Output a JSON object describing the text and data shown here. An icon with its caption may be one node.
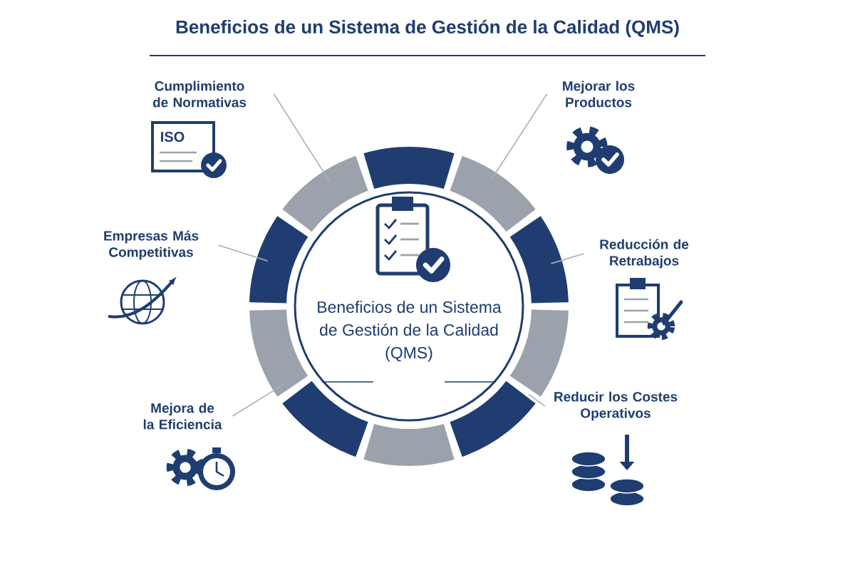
{
  "diagram": {
    "title": "Beneficios de un Sistema de Gestión de la Calidad (QMS)",
    "nodes": [
      {
        "text": [
          "Beneficios de un Sistema de Gestión de la Calidad (QMS)"
        ]
      },
      {
        "text": [
          "Cumplimiento de Normativas"
        ]
      },
      {
        "text": [
          "Mejorar los Productos"
        ]
      },
      {
        "text": [
          "Empresas Más Competitivas"
        ]
      },
      {
        "text": [
          "Reducción de Retrabajos"
        ]
      },
      {
        "text": [
          "Mejora de la Eficiencia"
        ]
      },
      {
        "text": [
          "Reducir los Costes Operativos"
        ]
      }
    ],
    "edges": [
      {
        "from": 1,
        "to": 0,
        "arrow": "none"
      },
      {
        "from": 2,
        "to": 0,
        "arrow": "none"
      },
      {
        "from": 3,
        "to": 0,
        "arrow": "none"
      },
      {
        "from": 4,
        "to": 0,
        "arrow": "none"
      },
      {
        "from": 5,
        "to": 0,
        "arrow": "none"
      },
      {
        "from": 6,
        "to": 0,
        "arrow": "none"
      }
    ],
    "labels": [
      "ISO"
    ]
  }
}
